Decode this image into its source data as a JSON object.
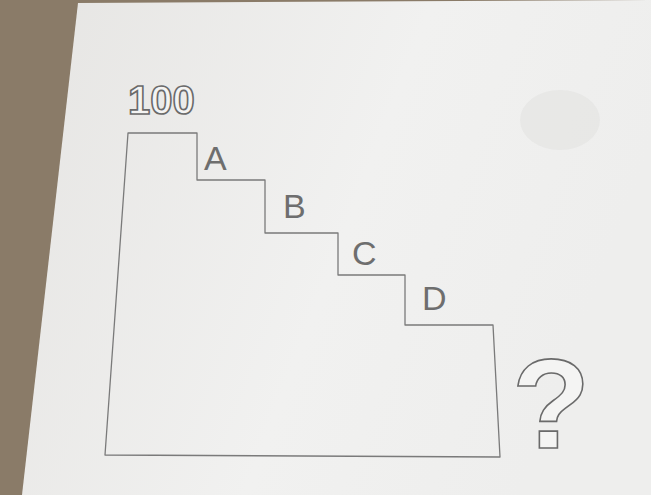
{
  "diagram": {
    "labels": [
      "100",
      "A",
      "B",
      "C",
      "D",
      "?"
    ]
  }
}
